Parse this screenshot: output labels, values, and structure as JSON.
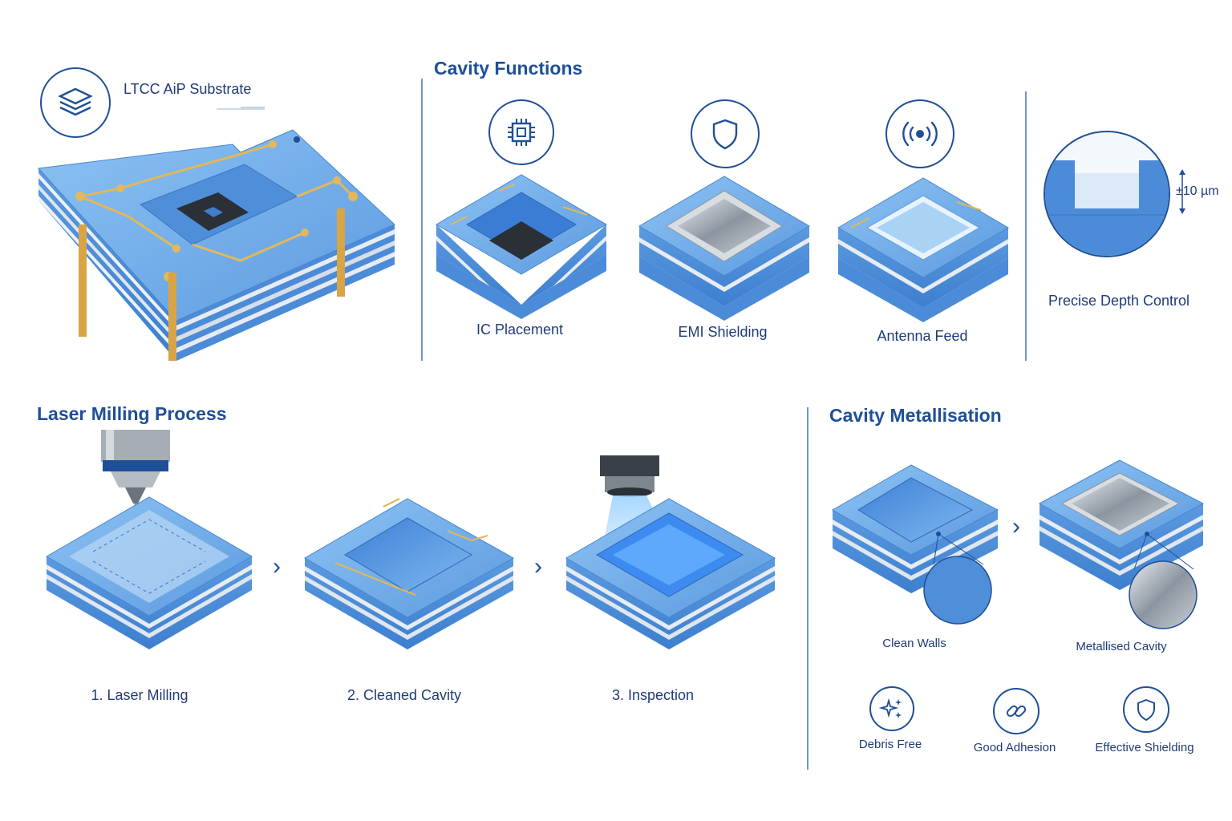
{
  "substrate": {
    "label": "LTCC AiP Substrate",
    "icon": "layers-icon"
  },
  "cavity_functions": {
    "title": "Cavity Functions",
    "items": [
      {
        "label": "IC Placement",
        "icon": "chip-icon"
      },
      {
        "label": "EMI Shielding",
        "icon": "shield-icon"
      },
      {
        "label": "Antenna Feed",
        "icon": "antenna-signal-icon"
      }
    ],
    "depth": {
      "label": "Precise Depth Control",
      "tolerance": "±10 µm"
    }
  },
  "laser_process": {
    "title": "Laser Milling Process",
    "steps": [
      {
        "label": "1. Laser Milling"
      },
      {
        "label": "2. Cleaned Cavity"
      },
      {
        "label": "3. Inspection"
      }
    ]
  },
  "metallisation": {
    "title": "Cavity Metallisation",
    "stages": [
      {
        "label": "Clean Walls"
      },
      {
        "label": "Metallised Cavity"
      }
    ],
    "benefits": [
      {
        "label": "Debris Free",
        "icon": "sparkle-icon"
      },
      {
        "label": "Good Adhesion",
        "icon": "link-icon"
      },
      {
        "label": "Effective Shielding",
        "icon": "shield-icon"
      }
    ]
  },
  "colors": {
    "brand": "#1f4f97",
    "substrate_blue": "#5a9be0",
    "trace_gold": "#e2b85a",
    "metal": "#9aa3ad"
  }
}
